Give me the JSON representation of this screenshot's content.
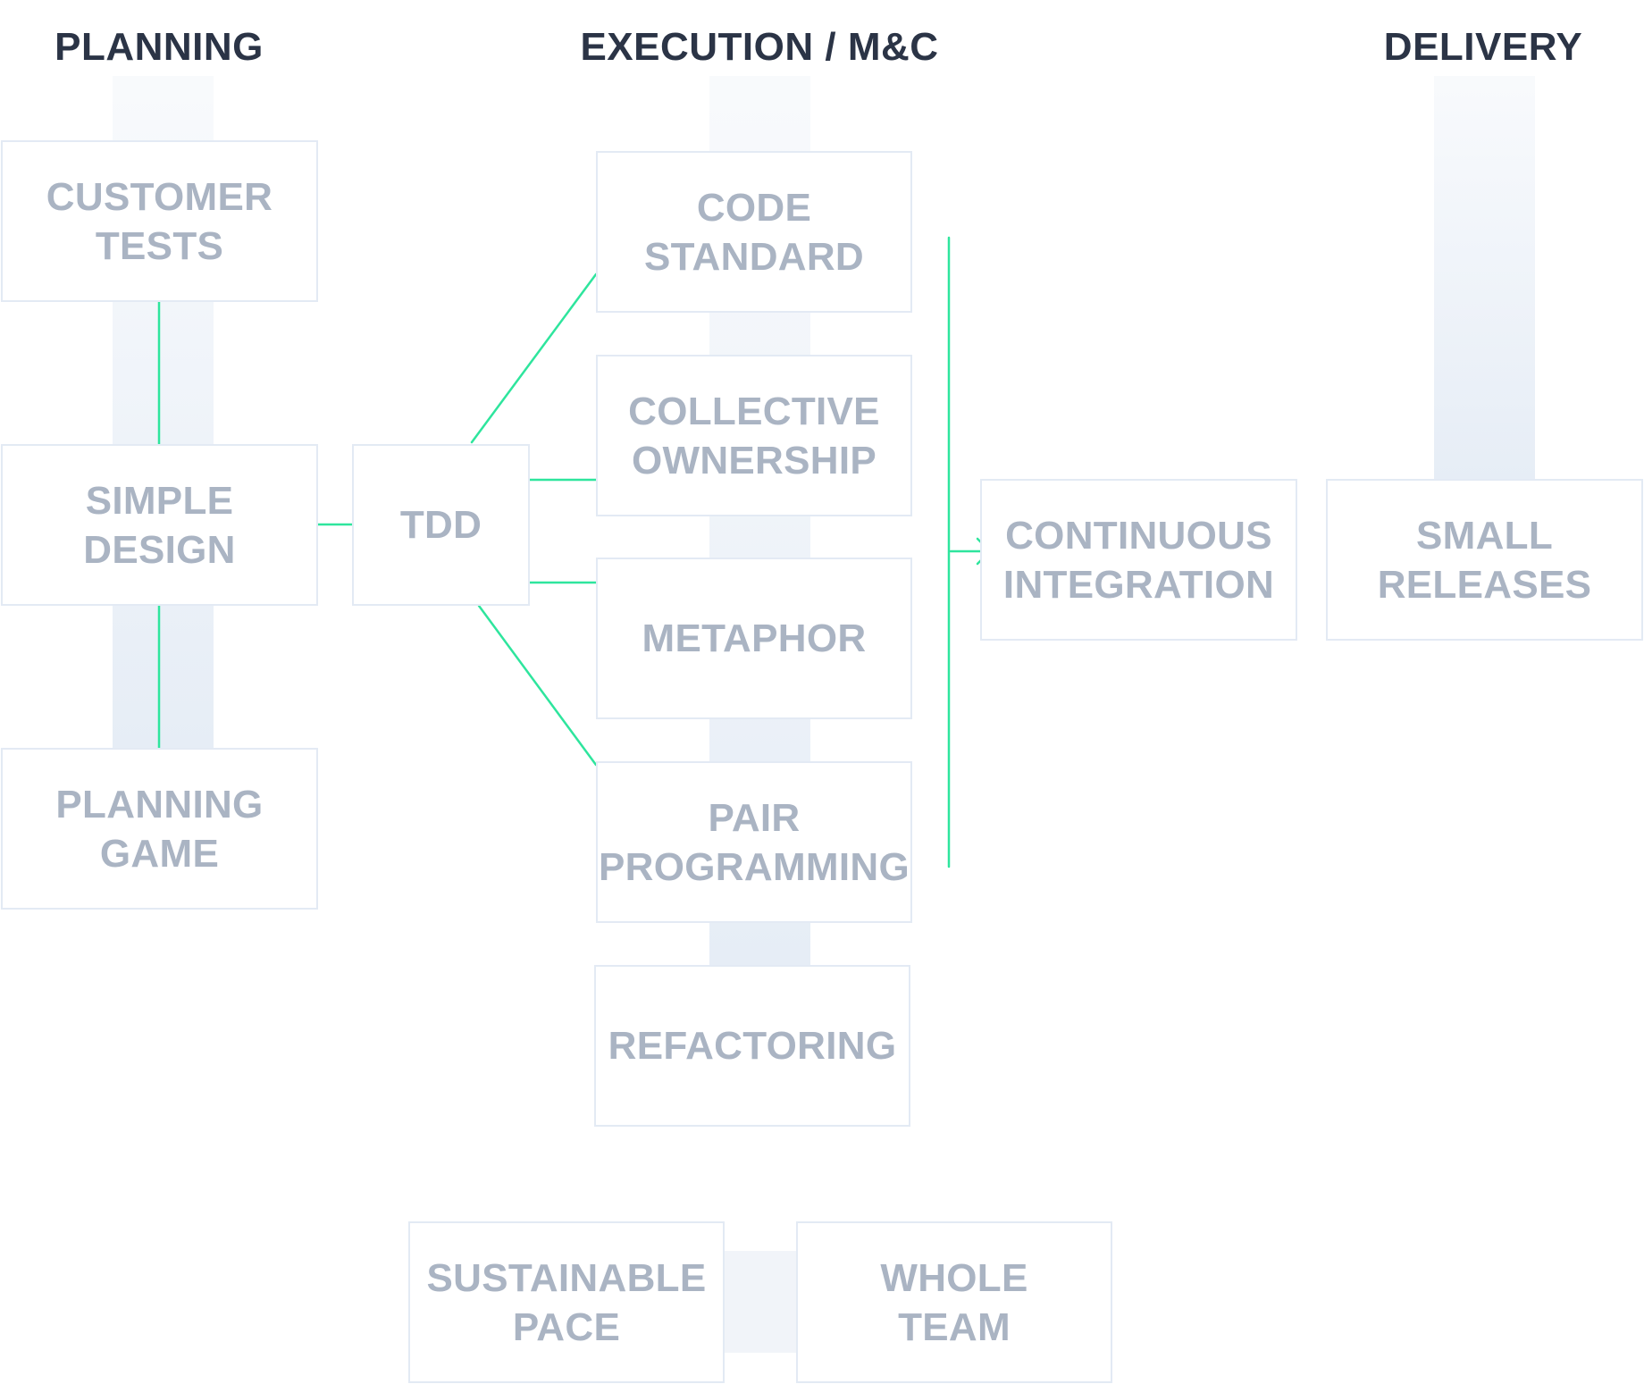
{
  "columns": {
    "planning": "PLANNING",
    "execution": "EXECUTION / M&C",
    "delivery": "DELIVERY"
  },
  "boxes": {
    "customer_tests": "CUSTOMER\nTESTS",
    "simple_design": "SIMPLE\nDESIGN",
    "planning_game": "PLANNING\nGAME",
    "tdd": "TDD",
    "code_standard": "CODE\nSTANDARD",
    "collective_ownership": "COLLECTIVE\nOWNERSHIP",
    "metaphor": "METAPHOR",
    "pair_programming": "PAIR\nPROGRAMMING",
    "refactoring": "REFACTORING",
    "continuous_integration": "CONTINUOUS\nINTEGRATION",
    "small_releases": "SMALL\nRELEASES",
    "sustainable_pace": "SUSTAINABLE\nPACE",
    "whole_team": "WHOLE\nTEAM"
  },
  "colors": {
    "connector": "#2ee59d",
    "header_text": "#2b3446",
    "box_text": "#aab4c3",
    "box_border": "#e3eaf4",
    "band": "#e6edf6"
  }
}
